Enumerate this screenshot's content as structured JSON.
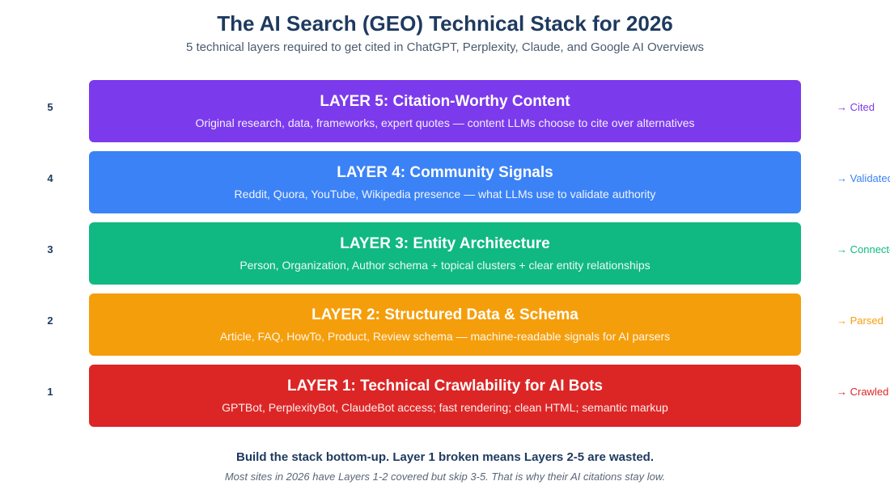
{
  "header": {
    "title": "The AI Search (GEO) Technical Stack for 2026",
    "subtitle": "5 technical layers required to get cited in ChatGPT, Perplexity, Claude, and Google AI Overviews"
  },
  "layers": [
    {
      "number": "5",
      "title": "LAYER 5: Citation-Worthy Content",
      "description": "Original research, data, frameworks, expert quotes — content LLMs choose to cite over alternatives",
      "outcome": "→ Cited",
      "color": "#7c3aed"
    },
    {
      "number": "4",
      "title": "LAYER 4: Community Signals",
      "description": "Reddit, Quora, YouTube, Wikipedia presence — what LLMs use to validate authority",
      "outcome": "→ Validated",
      "color": "#3b82f6"
    },
    {
      "number": "3",
      "title": "LAYER 3: Entity Architecture",
      "description": "Person, Organization, Author schema + topical clusters + clear entity relationships",
      "outcome": "→ Connected",
      "color": "#10b981"
    },
    {
      "number": "2",
      "title": "LAYER 2: Structured Data & Schema",
      "description": "Article, FAQ, HowTo, Product, Review schema — machine-readable signals for AI parsers",
      "outcome": "→ Parsed",
      "color": "#f59e0b"
    },
    {
      "number": "1",
      "title": "LAYER 1: Technical Crawlability for AI Bots",
      "description": "GPTBot, PerplexityBot, ClaudeBot access; fast rendering; clean HTML; semantic markup",
      "outcome": "→ Crawled",
      "color": "#dc2626"
    }
  ],
  "footer": {
    "headline": "Build the stack bottom-up. Layer 1 broken means Layers 2-5 are wasted.",
    "note": "Most sites in 2026 have Layers 1-2 covered but skip 3-5. That is why their AI citations stay low."
  }
}
